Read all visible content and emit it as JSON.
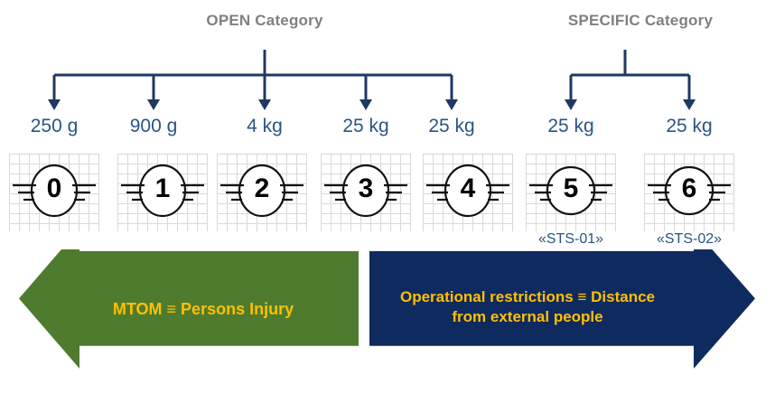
{
  "categories": [
    {
      "id": "open",
      "label": "OPEN Category"
    },
    {
      "id": "specific",
      "label": "SPECIFIC Category"
    }
  ],
  "drones": [
    {
      "number": "0",
      "mass": "250 g",
      "category": "open",
      "sts": ""
    },
    {
      "number": "1",
      "mass": "900 g",
      "category": "open",
      "sts": ""
    },
    {
      "number": "2",
      "mass": "4 kg",
      "category": "open",
      "sts": ""
    },
    {
      "number": "3",
      "mass": "25 kg",
      "category": "open",
      "sts": ""
    },
    {
      "number": "4",
      "mass": "25 kg",
      "category": "open",
      "sts": ""
    },
    {
      "number": "5",
      "mass": "25 kg",
      "category": "specific",
      "sts": "«STS-01»"
    },
    {
      "number": "6",
      "mass": "25 kg",
      "category": "specific",
      "sts": "«STS-02»"
    }
  ],
  "arrows": {
    "left": {
      "label": "MTOM ≡ Persons Injury",
      "direction": "left",
      "fill": "#4F7B2E",
      "text_color": "#FFC000"
    },
    "right": {
      "label_line1": "Operational restrictions ≡  Distance",
      "label_line2": "from external people",
      "direction": "right",
      "fill": "#0F2A5E",
      "text_color": "#FFC000"
    }
  },
  "colors": {
    "connector": "#1F3864",
    "mass_text": "#2B5387",
    "heading_text": "#808080",
    "grid_line": "#D9D9D9",
    "background": "#FFFFFF"
  }
}
